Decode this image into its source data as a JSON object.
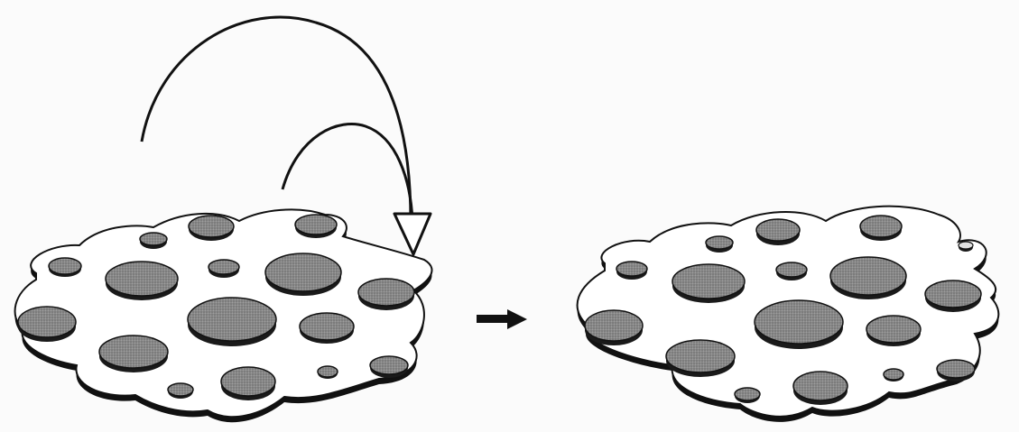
{
  "diagram": {
    "colors": {
      "background": "#fbfbfb",
      "ink": "#111111",
      "blob_fill": "#ffffff",
      "island_fill": "#7a7a7a",
      "island_side": "#1a1a1a"
    },
    "panels": [
      {
        "id": "before",
        "island_count": 16,
        "arrows": [
          "large-arc-arrow",
          "small-arc-arrow"
        ]
      },
      {
        "id": "after",
        "island_count": 16,
        "extra_small_island": true
      }
    ],
    "transition_icon": "right-arrow-icon"
  }
}
